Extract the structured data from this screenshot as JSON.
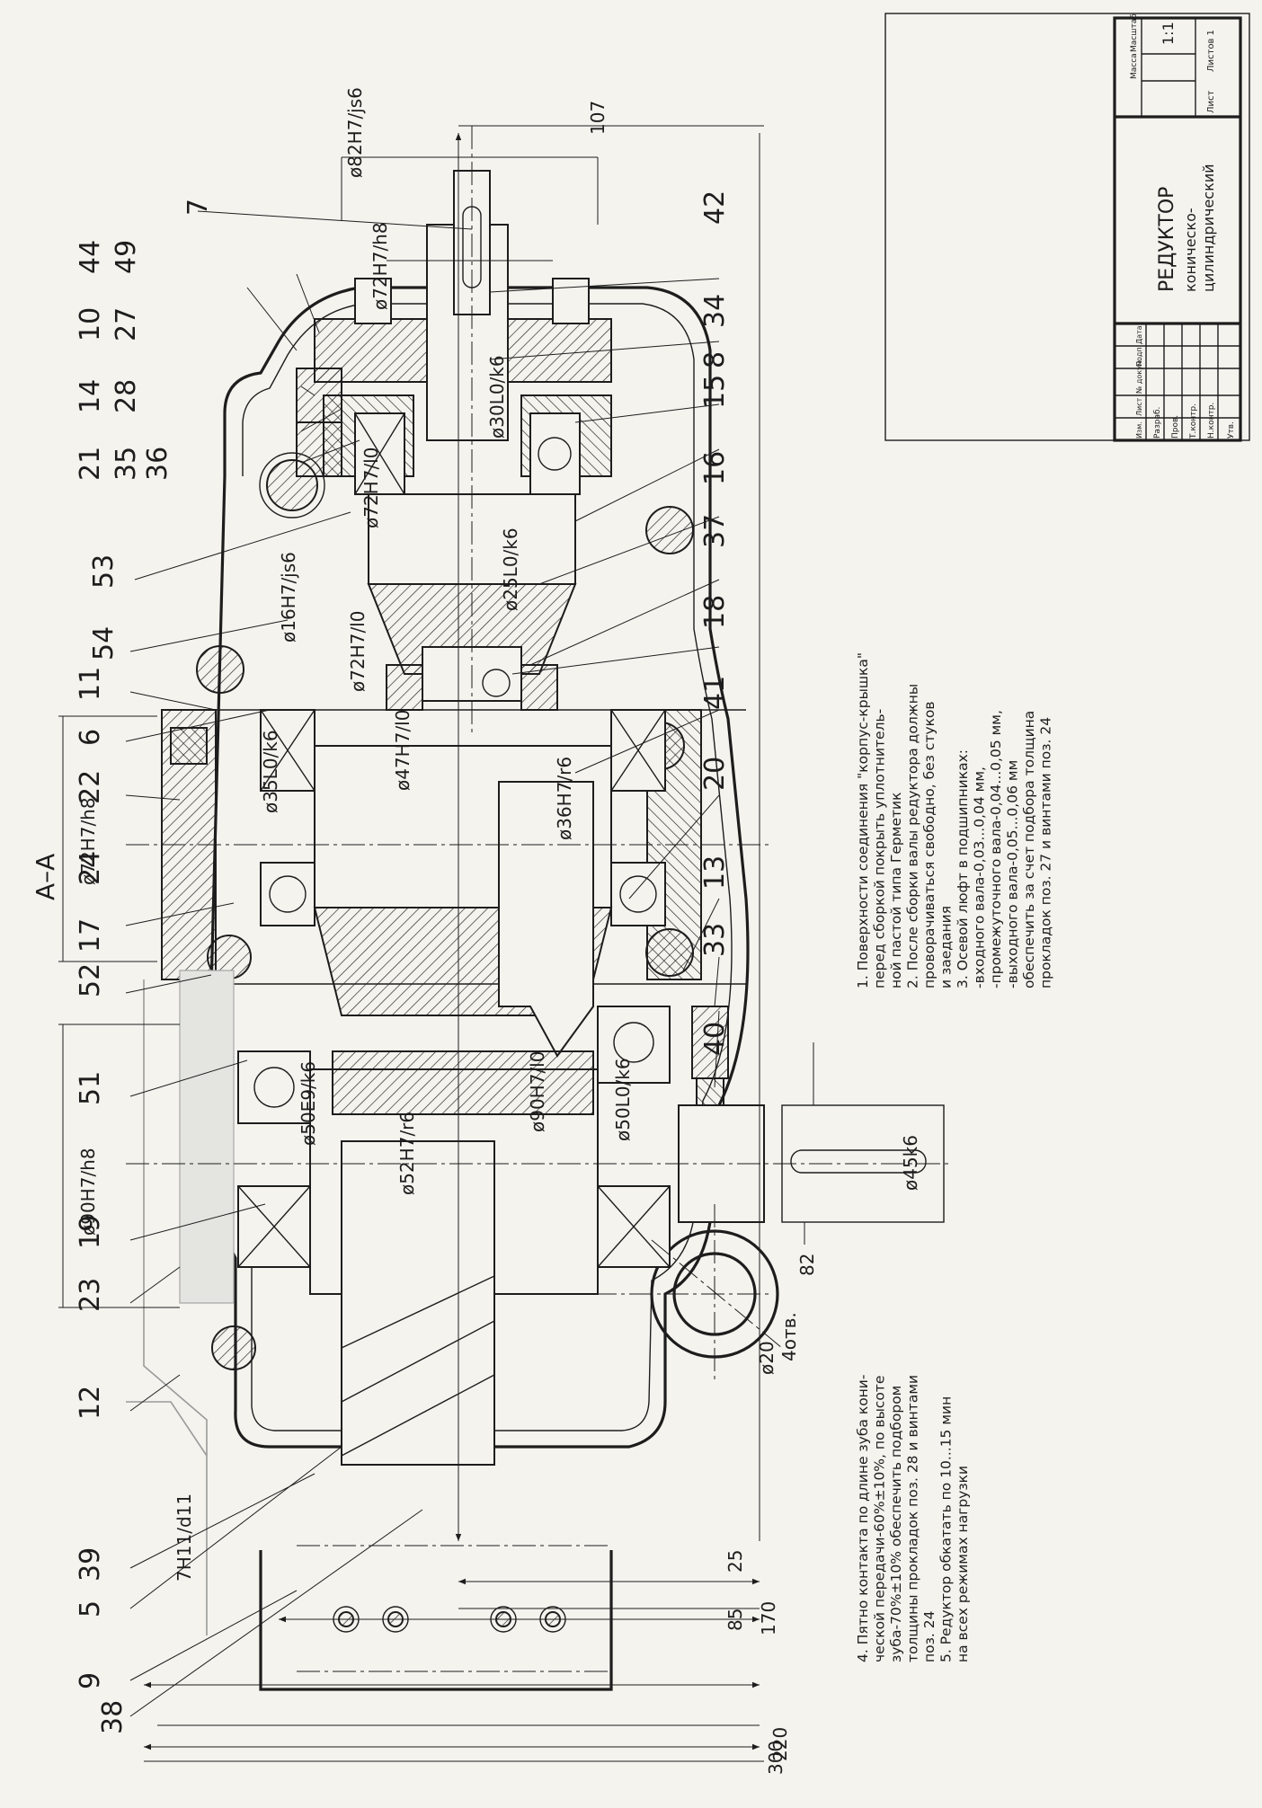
{
  "section_label": "A–A",
  "positions": [
    "44",
    "49",
    "10",
    "27",
    "14",
    "28",
    "21",
    "35",
    "36",
    "53",
    "54",
    "11",
    "6",
    "22",
    "24",
    "17",
    "52",
    "51",
    "19",
    "23",
    "12",
    "39",
    "5",
    "9",
    "38",
    "7",
    "42",
    "34",
    "15",
    "8",
    "16",
    "37",
    "18",
    "41",
    "20",
    "13",
    "33",
    "40"
  ],
  "fits": {
    "f_82": "ø82H7/js6",
    "f_72a": "ø72H7/h8",
    "f_30": "ø30L0/k6",
    "f_72b": "ø72H7/l0",
    "f_16": "ø16H7/js6",
    "f_25": "ø25L0/k6",
    "f_72c": "ø72H7/l0",
    "f_47": "ø47H7/l0",
    "f_35": "ø35L0/k6",
    "f_36": "ø36H7/r6",
    "f_72d": "ø72H7/h8",
    "f_50e9": "ø50E9/k6",
    "f_52": "ø52H7/r6",
    "f_90l0": "ø90H7/l0",
    "f_50l0": "ø50L0/k6",
    "f_45": "ø45k6",
    "f_90h8": "ø90H7/h8",
    "f_h11": "7H11/d11"
  },
  "dims": {
    "d107": "107",
    "d82": "82",
    "d85": "85",
    "d25": "25",
    "d170": "170",
    "d220": "220",
    "d300": "300",
    "hole": "ø20",
    "hole_count": "4отв."
  },
  "notes_top": [
    "1. Поверхности соединения \"корпус-крышка\"",
    "перед сборкой покрыть уплотнитель-",
    "ной пастой типа Герметик",
    "2. После сборки валы редуктора должны",
    "проворачиваться свободно, без стуков",
    "и заедания",
    "3. Осевой люфт в подшипниках:",
    "-входного вала-0,03...0,04 мм,",
    "-промежуточного вала-0,04...0,05 мм,",
    "-выходного вала-0,05...0,06 мм",
    "обеспечить за счет подбора толщина",
    "прокладок поз. 27 и винтами поз. 24"
  ],
  "notes_bottom": [
    "4. Пятно контакта по длине зуба кони-",
    "ческой передачи-60%±10%, по высоте",
    "зуба-70%±10% обеспечить подбором",
    "толщины прокладок поз. 28 и винтами",
    "поз. 24",
    "5. Редуктор обкатать по 10...15 мин",
    "на всех режимах нагрузки"
  ],
  "title_block": {
    "title": "РЕДУКТОР",
    "subtitle1": "коническо-",
    "subtitle2": "цилиндрический",
    "scale": "1:1",
    "mass_label": "Масса",
    "scale_label": "Масштаб",
    "sheet": "Лист",
    "sheets": "Листов 1",
    "rows": [
      "Разраб.",
      "Пров.",
      "Т.контр.",
      "Н.контр.",
      "Утв."
    ],
    "col_heads": [
      "Изм.",
      "Лист",
      "№ докум.",
      "Подп.",
      "Дата"
    ]
  }
}
